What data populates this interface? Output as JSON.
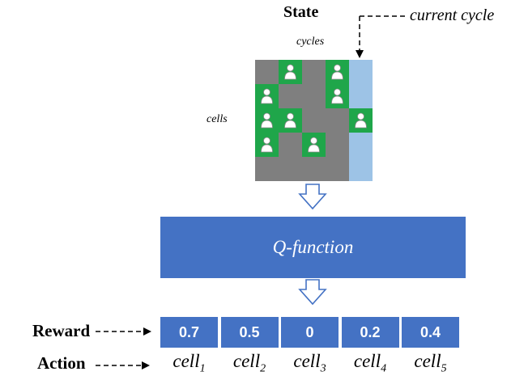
{
  "state_title": "State",
  "current_cycle_label": "current cycle",
  "cycles_label": "cycles",
  "cells_label": "cells",
  "q_function_label": "Q-function",
  "reward_label": "Reward",
  "action_label": "Action",
  "rewards": [
    "0.7",
    "0.5",
    "0",
    "0.2",
    "0.4"
  ],
  "actions": [
    {
      "base": "cell",
      "sub": "1"
    },
    {
      "base": "cell",
      "sub": "2"
    },
    {
      "base": "cell",
      "sub": "3"
    },
    {
      "base": "cell",
      "sub": "4"
    },
    {
      "base": "cell",
      "sub": "5"
    }
  ],
  "grid": {
    "rows": 5,
    "cols": 5,
    "occupied": [
      [
        0,
        1
      ],
      [
        0,
        3
      ],
      [
        1,
        0
      ],
      [
        1,
        3
      ],
      [
        2,
        0
      ],
      [
        2,
        1
      ],
      [
        2,
        4
      ],
      [
        3,
        0
      ],
      [
        3,
        2
      ]
    ],
    "highlight_col": 4
  },
  "colors": {
    "block_blue": "#4472c4",
    "cell_empty": "#7f7f7f",
    "cell_occupied": "#1fa64a",
    "current_column": "#9dc3e6",
    "arrow_outline": "#4472c4"
  },
  "icons": {
    "occupied_cell": "person-icon",
    "down_arrow": "down-arrow-icon"
  }
}
